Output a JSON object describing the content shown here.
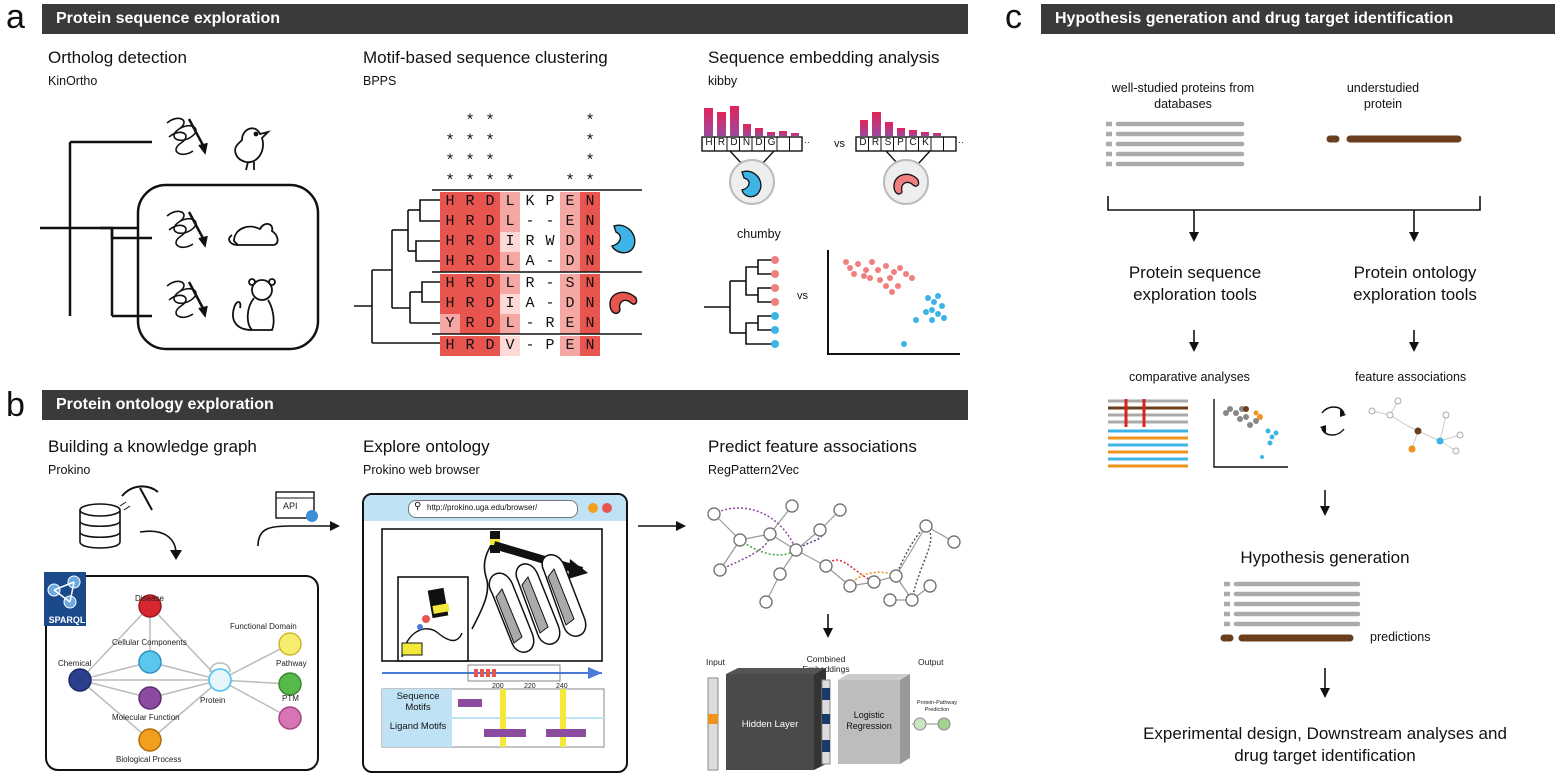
{
  "panel_a": {
    "letter": "a",
    "banner": "Protein sequence exploration",
    "ortholog": {
      "title": "Ortholog detection",
      "tool": "KinOrtho"
    },
    "motif": {
      "title": "Motif-based sequence clustering",
      "tool": "BPPS"
    },
    "embedding": {
      "title": "Sequence embedding analysis",
      "tool": "kibby",
      "tool2": "chumby",
      "vs1": "vs",
      "vs2": "vs"
    },
    "alignment": [
      "HRDLKPEN",
      "HRDL--EN",
      "HRDIRWDN",
      "HRDLA-DN",
      "HRDLR-SN",
      "HRDIA-DN",
      "YRDL-REN",
      "HRDV-PEN"
    ],
    "kibby_seq1": [
      "H",
      "R",
      "D",
      "N",
      "D",
      "G",
      "",
      ""
    ],
    "kibby_seq2": [
      "D",
      "R",
      "S",
      "P",
      "C",
      "K",
      "",
      ""
    ],
    "ellipsis": "··"
  },
  "panel_b": {
    "letter": "b",
    "banner": "Protein ontology exploration",
    "kg": {
      "title": "Building a knowledge graph",
      "tool": "Prokino"
    },
    "explore": {
      "title": "Explore ontology",
      "tool": "Prokino web browser",
      "url": "http://prokino.uga.edu/browser/"
    },
    "predict": {
      "title": "Predict feature associations",
      "tool": "RegPattern2Vec"
    },
    "api_label": "API",
    "sparql_label": "SPARQL",
    "nodes": {
      "disease": "Disease",
      "cellular": "Cellular Components",
      "chemical": "Chemical",
      "molecular": "Molecular Function",
      "biological": "Biological Process",
      "protein": "Protein",
      "functional": "Functional Domain",
      "pathway": "Pathway",
      "ptm": "PTM"
    },
    "browser_rows": {
      "sequence": "Sequence Motifs",
      "ligand": "Ligand Motifs"
    },
    "ruler": [
      "200",
      "220",
      "240"
    ],
    "nn": {
      "input": "Input",
      "combined": "Combined Embeddings",
      "output": "Output",
      "hidden": "Hidden Layer",
      "logistic": "Logistic Regression",
      "pred": "Protein-Pathway Prediction"
    }
  },
  "panel_c": {
    "letter": "c",
    "banner": "Hypothesis generation and drug target identification",
    "well_studied": "well-studied proteins from databases",
    "understudied": "understudied protein",
    "seq_tools": "Protein sequence exploration tools",
    "onto_tools": "Protein ontology exploration tools",
    "comparative": "comparative analyses",
    "feature_assoc": "feature associations",
    "hypothesis": "Hypothesis generation",
    "predictions": "predictions",
    "experimental": "Experimental design, Downstream analyses and drug target identification"
  },
  "colors": {
    "banner": "#3a3a3a",
    "red": "#e8554f",
    "pink": "#f4a7a3",
    "blue": "#3db4e5",
    "brown": "#6b3f1d",
    "orange": "#f0931c",
    "purple": "#8b4b9e",
    "yellow": "#f4e93a"
  }
}
